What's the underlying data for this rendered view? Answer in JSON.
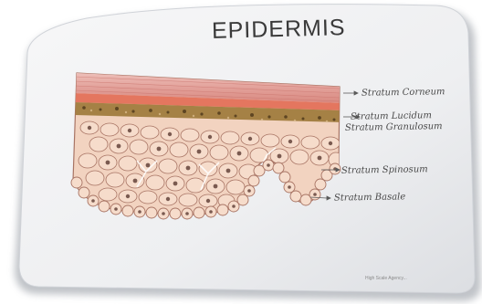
{
  "slide": {
    "title": "EPIDERMIS",
    "layers": [
      {
        "label": "Stratum Corneum"
      },
      {
        "label": "Stratum Lucidum"
      },
      {
        "label": "Stratum Granulosum"
      },
      {
        "label": "Stratum Spinosum"
      },
      {
        "label": "Stratum Basale"
      }
    ],
    "credit": "High Scale Agency..."
  },
  "colors": {
    "corneum": "#e7a9a2",
    "corneum_dark": "#c9736c",
    "lucidum": "#e4765f",
    "granulosum": "#a58145",
    "spinosum": "#f0cbb6",
    "cell_outline": "#a87464",
    "nucleus": "#7a5a50",
    "frame_shadow": "#9aa0a8"
  }
}
